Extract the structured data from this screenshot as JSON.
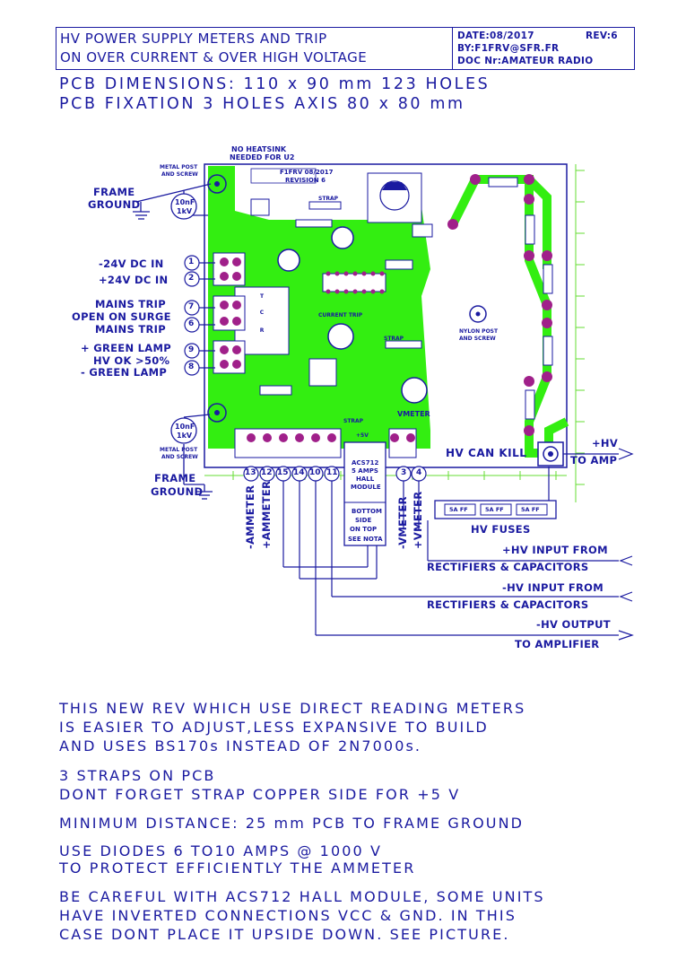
{
  "header": {
    "title_line1": "HV POWER SUPPLY METERS AND TRIP",
    "title_line2": "ON OVER CURRENT & OVER HIGH VOLTAGE",
    "date": "DATE:08/2017",
    "rev": "REV:6",
    "by": "BY:F1FRV@SFR.FR",
    "doc": "DOC Nr:AMATEUR RADIO"
  },
  "specs": {
    "dimensions": "PCB DIMENSIONS: 110 x 90 mm   123 HOLES",
    "fixation": "PCB FIXATION 3 HOLES AXIS 80 x 80 mm"
  },
  "board": {
    "heatsink_note_1": "NO HEATSINK",
    "heatsink_note_2": "NEEDED FOR U2",
    "metal_post_1": "METAL POST",
    "metal_post_2": "AND SCREW",
    "nylon_post_1": "NYLON POST",
    "nylon_post_2": "AND SCREW",
    "cap_value_1": "10nF",
    "cap_value_2": "1kV",
    "silk_title": "F1FRV 08/2017",
    "silk_rev": "REVISION 6",
    "strap": "STRAP",
    "current_trip": "CURRENT TRIP",
    "vmeter": "VMETER",
    "hv_can_kill": "HV CAN KILL",
    "hall_module": [
      "ACS712",
      "5 AMPS",
      "HALL",
      "MODULE"
    ],
    "bottom_side": [
      "BOTTOM",
      "SIDE",
      "ON TOP",
      "SEE NOTA"
    ],
    "plus5v": "+5V",
    "hv_fuses": "HV FUSES",
    "fuse_label": "5A FF"
  },
  "left_labels": {
    "frame_ground_top_1": "FRAME",
    "frame_ground_top_2": "GROUND",
    "frame_ground_bottom_1": "FRAME",
    "frame_ground_bottom_2": "GROUND",
    "minus24": "-24V DC IN",
    "plus24": "+24V DC IN",
    "mains_trip_1": "MAINS TRIP",
    "open_on_surge": "OPEN ON SURGE",
    "mains_trip_2": "MAINS TRIP",
    "green_lamp_plus": "+ GREEN LAMP",
    "hv_ok": "HV OK >50%",
    "green_lamp_minus": "- GREEN LAMP",
    "pin_1": "1",
    "pin_2": "2",
    "pin_7": "7",
    "pin_6": "6",
    "pin_9": "9",
    "pin_8": "8"
  },
  "bottom_terminals": {
    "pins": [
      "13",
      "12",
      "15",
      "14",
      "10",
      "11",
      "3",
      "4"
    ],
    "minus_ammeter": "-AMMETER",
    "plus_ammeter": "+AMMETER",
    "minus_vmeter": "-VMETER",
    "plus_vmeter": "+VMETER"
  },
  "right_labels": {
    "plus_hv": "+HV",
    "to_amp": "TO AMP",
    "plus_hv_input_1": "+HV INPUT FROM",
    "plus_hv_input_2": "RECTIFIERS & CAPACITORS",
    "minus_hv_input_1": "-HV INPUT FROM",
    "minus_hv_input_2": "RECTIFIERS & CAPACITORS",
    "minus_hv_output_1": "-HV OUTPUT",
    "minus_hv_output_2": "TO AMPLIFIER"
  },
  "notes": {
    "n1_1": "THIS NEW REV WHICH USE DIRECT READING METERS",
    "n1_2": "IS EASIER TO ADJUST,LESS EXPANSIVE TO BUILD",
    "n1_3": "AND USES BS170s INSTEAD OF 2N7000s.",
    "n2_1": "3 STRAPS ON PCB",
    "n2_2": "DONT FORGET STRAP COPPER SIDE FOR +5 V",
    "n3": "MINIMUM DISTANCE: 25 mm PCB TO FRAME GROUND",
    "n4_1": "USE DIODES 6 TO10 AMPS @ 1000 V",
    "n4_2": "TO PROTECT EFFICIENTLY THE AMMETER",
    "n5_1": "BE CAREFUL WITH ACS712 HALL MODULE, SOME UNITS",
    "n5_2": "HAVE INVERTED CONNECTIONS VCC & GND. IN THIS",
    "n5_3": "CASE DONT PLACE IT UPSIDE DOWN. SEE PICTURE."
  },
  "colors": {
    "ink": "#1a1aa0",
    "copper": "#33ee11",
    "pad": "#a0208a",
    "ruler": "#66dd33"
  }
}
